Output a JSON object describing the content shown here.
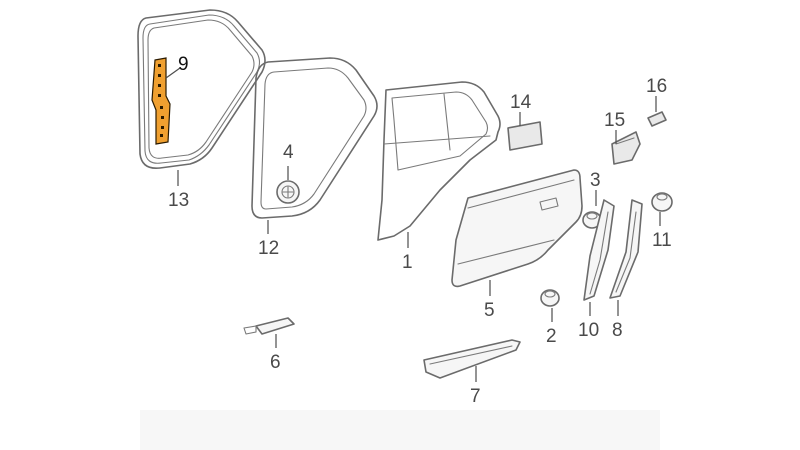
{
  "callouts": {
    "c1": "1",
    "c2": "2",
    "c3": "3",
    "c4": "4",
    "c5": "5",
    "c6": "6",
    "c7": "7",
    "c8": "8",
    "c9": "9",
    "c10": "10",
    "c11": "11",
    "c12": "12",
    "c13": "13",
    "c14": "14",
    "c15": "15",
    "c16": "16"
  },
  "colors": {
    "line": "#6b6b6b",
    "highlight": "#f0a030",
    "highlight_stroke": "#2a1a00",
    "label": "#4a4a4a",
    "label_dark": "#111111"
  }
}
